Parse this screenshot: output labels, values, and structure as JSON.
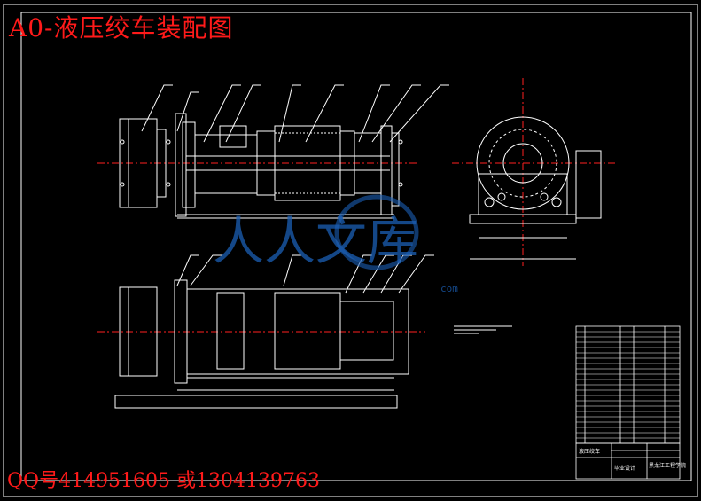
{
  "drawing": {
    "title": "A0-液压绞车装配图",
    "contact": "QQ号414951605 或1304139763"
  },
  "title_block": {
    "name_cell": "液压绞车",
    "design_cell": "毕业设计",
    "school_cell": "黑龙江工程学院"
  },
  "watermark": {
    "brand": "人人文库",
    "domain": "com"
  },
  "colors": {
    "background": "#000000",
    "lines": "#ffffff",
    "centerlines": "#ff2020",
    "overlay_text": "#ff1a1a",
    "watermark": "#1b5fb5"
  }
}
